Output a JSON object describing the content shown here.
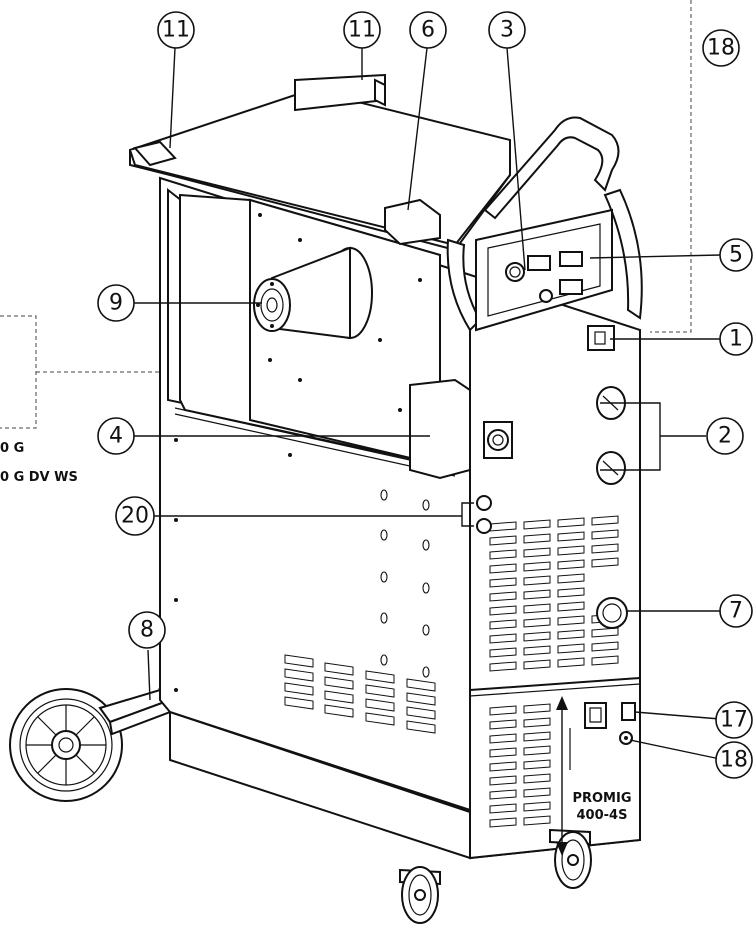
{
  "callouts": [
    "11",
    "11",
    "6",
    "3",
    "18",
    "5",
    "9",
    "1",
    "4",
    "2",
    "20",
    "7",
    "8",
    "17",
    "18"
  ],
  "model_label": {
    "line1": "PROMIG",
    "line2": "400-4S"
  },
  "side_text": {
    "line1": "0 G",
    "line2": "0 G DV WS"
  }
}
